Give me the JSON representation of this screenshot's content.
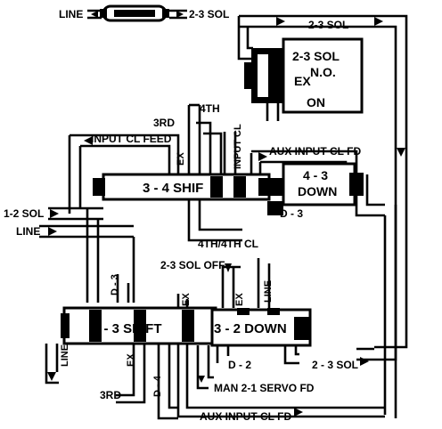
{
  "labels": {
    "line_top": "LINE",
    "sol_23_top_left": "2-3 SOL",
    "sol_23_top_right": "2-3 SOL",
    "solenoid_title": "2-3 SOL",
    "solenoid_no": "N.O.",
    "solenoid_ex": "EX",
    "solenoid_state": "ON",
    "fourth": "4TH",
    "third_top": "3RD",
    "input_cl_feed": "INPUT CL FEED",
    "input_cl_vertical": "INPUT CL",
    "ex_top": "EX",
    "aux_input_cl_fd_top": "AUX INPUT CL FD",
    "valve_34_shift": "3 - 4 SHIF",
    "valve_43_down_a": "4 - 3",
    "valve_43_down_b": "DOWN",
    "sol_12": "1-2 SOL",
    "line_mid": "LINE",
    "d3_right": "D - 3",
    "fourth_fourth_cl": "4TH/4TH CL",
    "sol_23_off": "2-3 SOL OFF",
    "line_vertical": "LINE",
    "d3_vertical": "D - 3",
    "ex_mid_a": "EX",
    "ex_mid_b": "EX",
    "valve_23_shift": "2 - 3 SHIFT",
    "valve_32_down": "3 - 2 DOWN",
    "line_bottom_left": "LINE",
    "ex_bottom": "EX",
    "d4": "D - 4",
    "third_bottom": "3RD",
    "d2": "D - 2",
    "sol_23_bottom": "2 - 3 SOL",
    "man_21_servo": "MAN 2-1 SERVO FD",
    "aux_input_cl_fd_bottom": "AUX INPUT CL FD"
  }
}
